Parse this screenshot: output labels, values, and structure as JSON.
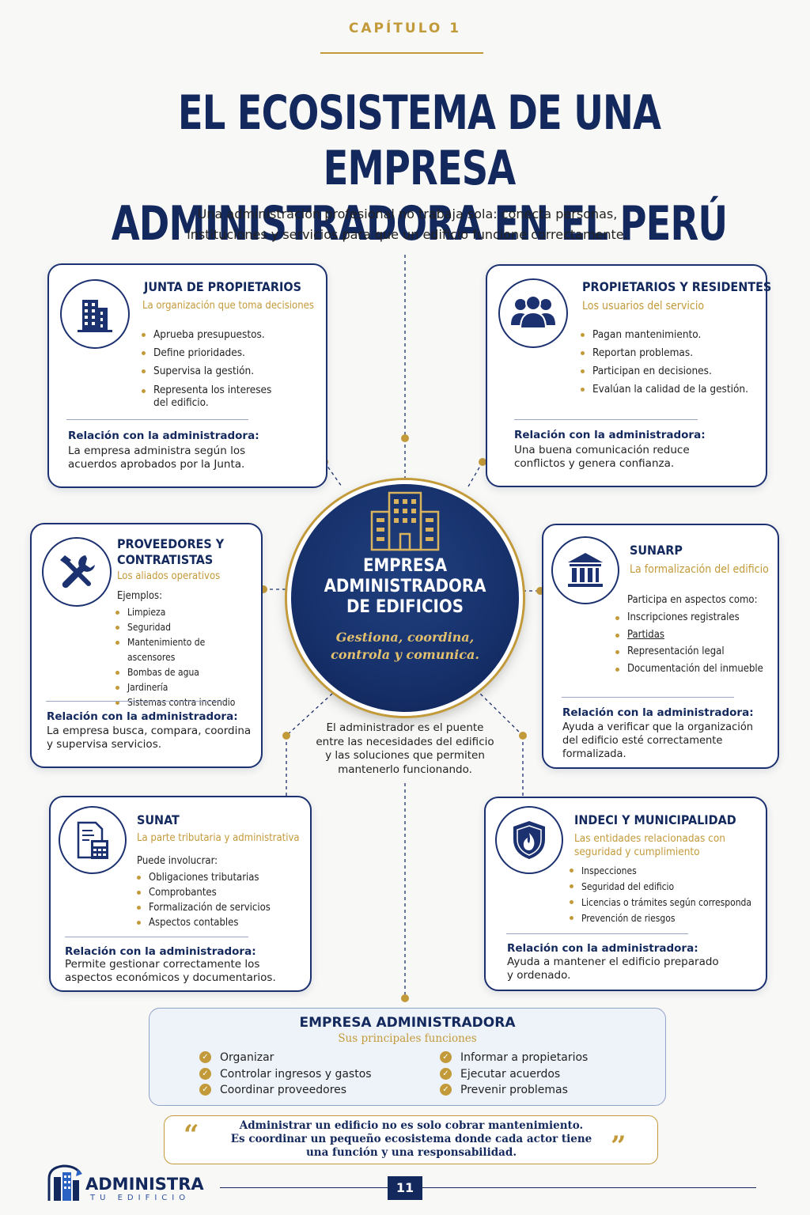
{
  "header": {
    "chapter": "CAPÍTULO 1",
    "title_line1": "EL ECOSISTEMA DE UNA EMPRESA",
    "title_line2": "ADMINISTRADORA EN EL PERÚ",
    "subtitle_line1": "Una administración profesional no trabaja sola: conecta personas,",
    "subtitle_line2": "instituciones y servicios para que un edificio funcione correctamente."
  },
  "center": {
    "title_line1": "EMPRESA",
    "title_line2": "ADMINISTRADORA",
    "title_line3": "DE EDIFICIOS",
    "motto_line1": "Gestiona, coordina,",
    "motto_line2": "controla y comunica.",
    "bridge_line1": "El administrador es el puente",
    "bridge_line2": "entre las necesidades del edificio",
    "bridge_line3": "y las soluciones que permiten",
    "bridge_line4": "mantenerlo funcionando."
  },
  "relation_heading": "Relación con la administradora:",
  "cards": {
    "junta": {
      "title": "JUNTA DE PROPIETARIOS",
      "subtitle": "La organización que toma decisiones",
      "items": [
        "Aprueba presupuestos.",
        "Define prioridades.",
        "Supervisa la gestión.",
        "Representa los intereses",
        "del edificio."
      ],
      "relation_line1": "La empresa administra según los",
      "relation_line2": "acuerdos aprobados por la Junta.",
      "icon": "building-icon"
    },
    "propietarios": {
      "title": "PROPIETARIOS Y RESIDENTES",
      "subtitle": "Los usuarios del servicio",
      "items": [
        "Pagan mantenimiento.",
        "Reportan problemas.",
        "Participan en decisiones.",
        "Evalúan la calidad de la gestión."
      ],
      "relation_line1": "Una buena comunicación reduce",
      "relation_line2": "conflictos y genera confianza.",
      "icon": "people-icon"
    },
    "proveedores": {
      "title_line1": "PROVEEDORES Y",
      "title_line2": "CONTRATISTAS",
      "subtitle": "Los aliados operativos",
      "intro": "Ejemplos:",
      "items": [
        "Limpieza",
        "Seguridad",
        "Mantenimiento de ascensores",
        "Bombas de agua",
        "Jardinería",
        "Sistemas contra incendio"
      ],
      "relation_line1": "La empresa busca, compara, coordina",
      "relation_line2": "y supervisa servicios.",
      "icon": "tools-icon"
    },
    "sunarp": {
      "title": "SUNARP",
      "subtitle": "La formalización del edificio",
      "intro": "Participa en aspectos como:",
      "items": [
        "Inscripciones registrales",
        "Partidas",
        "Representación legal",
        "Documentación del inmueble"
      ],
      "relation_line1": "Ayuda a verificar que la organización",
      "relation_line2": "del edificio esté correctamente",
      "relation_line3": "formalizada.",
      "icon": "institution-icon"
    },
    "sunat": {
      "title": "SUNAT",
      "subtitle": "La parte tributaria y administrativa",
      "intro": "Puede involucrar:",
      "items": [
        "Obligaciones tributarias",
        "Comprobantes",
        "Formalización de servicios",
        "Aspectos contables"
      ],
      "relation_line1": "Permite gestionar correctamente los",
      "relation_line2": "aspectos económicos y documentarios.",
      "icon": "document-calculator-icon"
    },
    "indeci": {
      "title": "INDECI Y MUNICIPALIDAD",
      "subtitle_line1": "Las entidades relacionadas con",
      "subtitle_line2": "seguridad y cumplimiento",
      "items": [
        "Inspecciones",
        "Seguridad del edificio",
        "Licencias o trámites según corresponda",
        "Prevención de riesgos"
      ],
      "relation_line1": "Ayuda a mantener el edificio preparado",
      "relation_line2": "y ordenado.",
      "icon": "fire-shield-icon"
    }
  },
  "functions": {
    "title": "EMPRESA ADMINISTRADORA",
    "subtitle": "Sus principales funciones",
    "left": [
      "Organizar",
      "Controlar ingresos y gastos",
      "Coordinar proveedores"
    ],
    "right": [
      "Informar a propietarios",
      "Ejecutar acuerdos",
      "Prevenir problemas"
    ]
  },
  "quote": {
    "line1": "Administrar un edificio no es solo cobrar mantenimiento.",
    "line2": "Es coordinar un pequeño ecosistema donde cada actor tiene",
    "line3": "una función y una responsabilidad.",
    "open_mark": "“",
    "close_mark": "”"
  },
  "footer": {
    "brand": "ADMINISTRA",
    "tagline": "TU EDIFICIO",
    "page_number": "11"
  },
  "colors": {
    "navy": "#13285c",
    "gold": "#c39a3a",
    "background": "#f8f8f6"
  }
}
